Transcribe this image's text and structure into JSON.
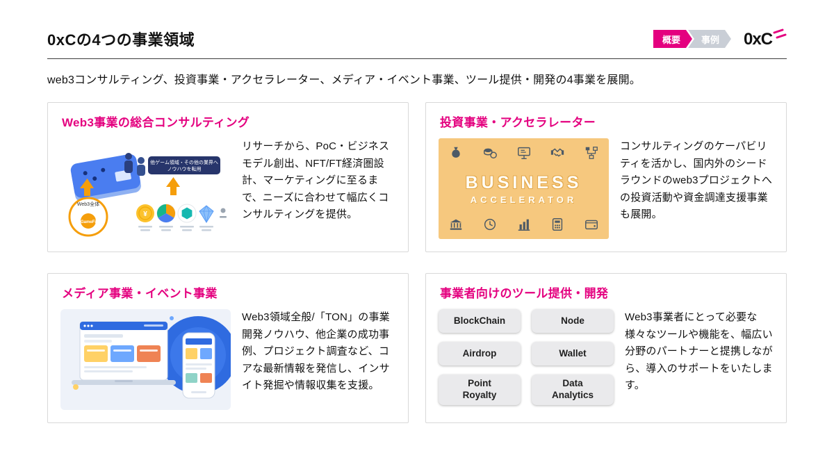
{
  "colors": {
    "accent": "#e4007f",
    "tag_inactive": "#c9ced6",
    "accelerator_bg": "#f6c87e",
    "tool_button_bg": "#eaeaec"
  },
  "header": {
    "title": "0xCの4つの事業領域",
    "tag_overview": "概要",
    "tag_case": "事例",
    "logo_text": "0xC"
  },
  "subtitle": "web3コンサルティング、投資事業・アクセラレーター、メディア・イベント事業、ツール提供・開発の4事業を展開。",
  "cards": {
    "consulting": {
      "title": "Web3事業の総合コンサルティング",
      "body": "リサーチから、PoC・ビジネスモデル創出、NFT/FT経済圏設計、マーケティングに至るまで、ニーズに合わせて幅広くコンサルティングを提供。",
      "illus": {
        "label_web3": "Web3全体",
        "label_gamefi": "GameFi",
        "caption_line1": "他ゲーム領域・その他の業界へ",
        "caption_line2": "ノウハウを転用",
        "coin_symbol": "¥"
      }
    },
    "investment": {
      "title": "投資事業・アクセラレーター",
      "body": "コンサルティングのケーパビリティを活かし、国内外のシードラウンドのweb3プロジェクトへの投資活動や資金調達支援事業も展開。",
      "illus": {
        "line1": "BUSINESS",
        "line2": "ACCELERATOR"
      },
      "icons": {
        "top_row": [
          "money-bag",
          "coins",
          "presentation",
          "handshake",
          "flowchart"
        ],
        "bottom_row": [
          "bank",
          "clock",
          "bar-chart",
          "calculator",
          "wallet"
        ]
      }
    },
    "media": {
      "title": "メディア事業・イベント事業",
      "body": "Web3領域全般/「TON」の事業開発ノウハウ、他企業の成功事例、プロジェクト調査など、コアな最新情報を発信し、インサイト発掘や情報収集を支援。"
    },
    "tools": {
      "title": "事業者向けのツール提供・開発",
      "body": "Web3事業者にとって必要な様々なツールや機能を、幅広い分野のパートナーと提携しながら、導入のサポートをいたします。",
      "buttons": [
        "BlockChain",
        "Node",
        "Airdrop",
        "Wallet",
        "Point\nRoyalty",
        "Data\nAnalytics"
      ]
    }
  }
}
